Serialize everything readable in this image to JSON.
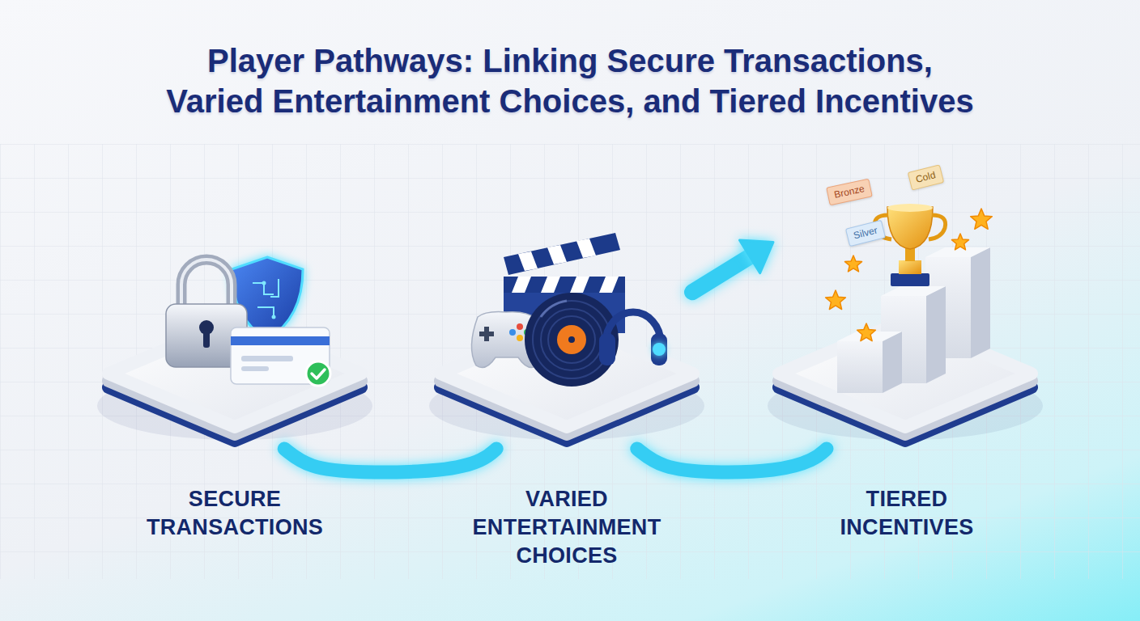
{
  "diagram": {
    "title": "Player Pathways: Linking Secure Transactions, Varied Entertainment Choices, and Tiered Incentives",
    "nodes": [
      {
        "text": [
          "SECURE TRANSACTIONS"
        ]
      },
      {
        "text": [
          "VARIED ENTERTAINMENT CHOICES"
        ]
      },
      {
        "text": [
          "TIERED INCENTIVES"
        ]
      }
    ],
    "edges": [
      {
        "from": 0,
        "to": 1,
        "arrow": "none"
      },
      {
        "from": 1,
        "to": 2,
        "arrow": "none"
      },
      {
        "from": 1,
        "to": 2,
        "arrow": "to"
      }
    ],
    "labels": [
      "Cold",
      "Bronze",
      "Silver"
    ]
  }
}
